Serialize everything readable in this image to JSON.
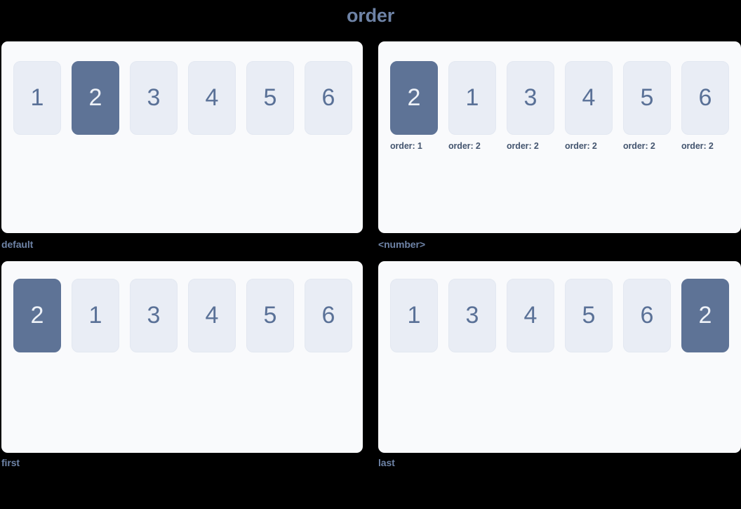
{
  "title": "order",
  "colors": {
    "page_background": "#000000",
    "panel_background": "#f9fafc",
    "card_background": "#e9edf5",
    "card_text": "#5a7197",
    "card_highlight_background": "#5e7396",
    "card_highlight_text": "#eef2f8",
    "label_text": "#6e83a6",
    "note_text": "#44556f"
  },
  "panels": [
    {
      "key": "default",
      "label": "default",
      "items": [
        {
          "value": "1",
          "highlight": false,
          "note": ""
        },
        {
          "value": "2",
          "highlight": true,
          "note": ""
        },
        {
          "value": "3",
          "highlight": false,
          "note": ""
        },
        {
          "value": "4",
          "highlight": false,
          "note": ""
        },
        {
          "value": "5",
          "highlight": false,
          "note": ""
        },
        {
          "value": "6",
          "highlight": false,
          "note": ""
        }
      ]
    },
    {
      "key": "number",
      "label": "<number>",
      "items": [
        {
          "value": "2",
          "highlight": true,
          "note": "order: 1"
        },
        {
          "value": "1",
          "highlight": false,
          "note": "order: 2"
        },
        {
          "value": "3",
          "highlight": false,
          "note": "order: 2"
        },
        {
          "value": "4",
          "highlight": false,
          "note": "order: 2"
        },
        {
          "value": "5",
          "highlight": false,
          "note": "order: 2"
        },
        {
          "value": "6",
          "highlight": false,
          "note": "order: 2"
        }
      ]
    },
    {
      "key": "first",
      "label": "first",
      "items": [
        {
          "value": "2",
          "highlight": true,
          "note": ""
        },
        {
          "value": "1",
          "highlight": false,
          "note": ""
        },
        {
          "value": "3",
          "highlight": false,
          "note": ""
        },
        {
          "value": "4",
          "highlight": false,
          "note": ""
        },
        {
          "value": "5",
          "highlight": false,
          "note": ""
        },
        {
          "value": "6",
          "highlight": false,
          "note": ""
        }
      ]
    },
    {
      "key": "last",
      "label": "last",
      "items": [
        {
          "value": "1",
          "highlight": false,
          "note": ""
        },
        {
          "value": "3",
          "highlight": false,
          "note": ""
        },
        {
          "value": "4",
          "highlight": false,
          "note": ""
        },
        {
          "value": "5",
          "highlight": false,
          "note": ""
        },
        {
          "value": "6",
          "highlight": false,
          "note": ""
        },
        {
          "value": "2",
          "highlight": true,
          "note": ""
        }
      ]
    }
  ]
}
